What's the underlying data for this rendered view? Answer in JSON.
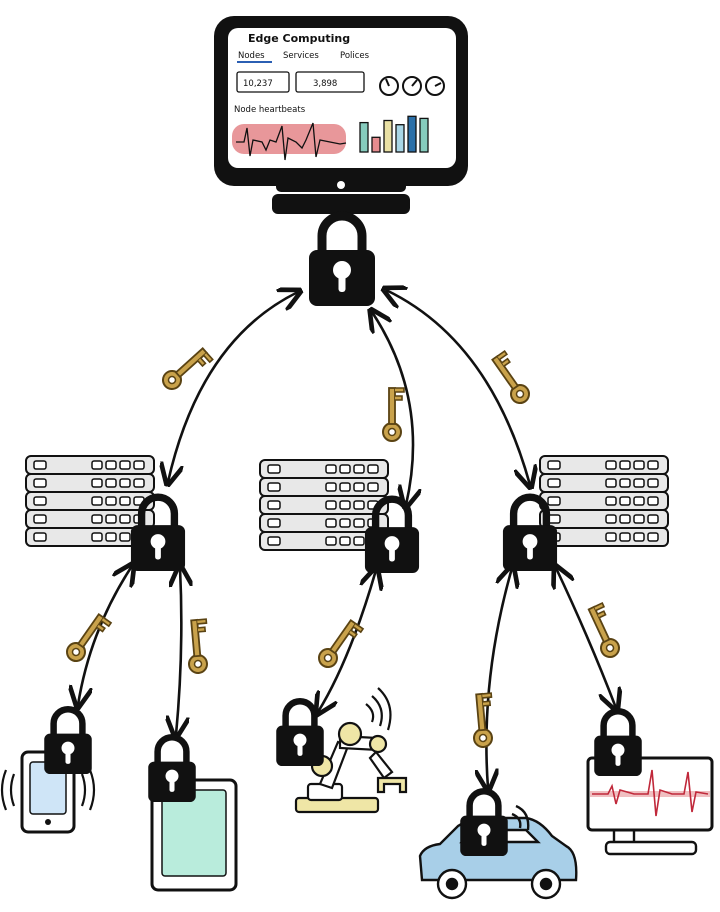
{
  "dashboard": {
    "title": "Edge Computing",
    "tabs": [
      "Nodes",
      "Services",
      "Polices"
    ],
    "active_tab": "Nodes",
    "stats": [
      "10,237",
      "3,898"
    ],
    "heartbeat_label": "Node heartbeats",
    "gauge_count": 3,
    "bar_values": [
      0.7,
      0.35,
      0.75,
      0.65,
      0.85,
      0.8
    ],
    "bar_colors": [
      "#86cbbd",
      "#e58c8f",
      "#e9e0a4",
      "#a9d6e6",
      "#2b6fa8",
      "#86cbbd"
    ]
  },
  "colors": {
    "heartbeat_highlight": "#e58c8f",
    "key": "#c9a24b",
    "device_screen_blue": "#cfe5f7",
    "tablet_screen": "#b9ecdc",
    "car": "#a8cfe8",
    "robot_joint": "#efe6a6",
    "monitor_trace": "#c0283a",
    "server": "#e8e8e8"
  },
  "icons": {
    "lock": "padlock-icon",
    "key": "key-icon",
    "server": "server-rack-icon",
    "phone": "smartphone-icon",
    "tablet": "tablet-icon",
    "robot": "robot-arm-icon",
    "car": "connected-car-icon",
    "monitor": "patient-monitor-icon"
  }
}
